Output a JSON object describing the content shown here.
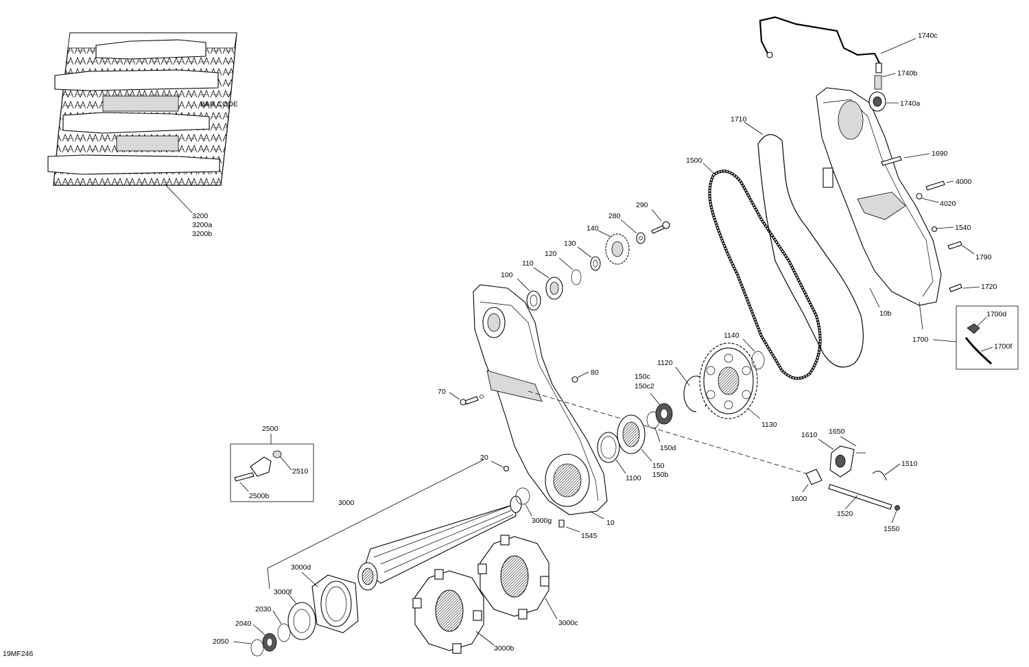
{
  "diagram_id": "19MF246",
  "labels": {
    "l3200": "3200",
    "l3200a": "3200a",
    "l3200b": "3200b",
    "l2500": "2500",
    "l2510": "2510",
    "l2500b": "2500b",
    "l3000": "3000",
    "l3000d": "3000d",
    "l3000f": "3000f",
    "l3000g": "3000g",
    "l3000b": "3000b",
    "l3000c": "3000c",
    "l2030": "2030",
    "l2040": "2040",
    "l2050": "2050",
    "l20": "20",
    "l70": "70",
    "l80": "80",
    "l10": "10",
    "l1545": "1545",
    "l100": "100",
    "l110": "110",
    "l120": "120",
    "l130": "130",
    "l140": "140",
    "l280": "280",
    "l290": "290",
    "l1100": "1100",
    "l150": "150",
    "l150b": "150b",
    "l150d": "150d",
    "l150c": "150c",
    "l150c2": "150c2",
    "l1120": "1120",
    "l1140": "1140",
    "l1130": "1130",
    "l1500": "1500",
    "l1710": "1710",
    "l1740c": "1740c",
    "l1740b": "1740b",
    "l1740a": "1740a",
    "l1690": "1690",
    "l4000": "4000",
    "l4020": "4020",
    "l1540": "1540",
    "l1790": "1790",
    "l1720": "1720",
    "l10b": "10b",
    "l1700": "1700",
    "l1700d": "1700d",
    "l1700f": "1700f",
    "l1610": "1610",
    "l1650": "1650",
    "l1510": "1510",
    "l1600": "1600",
    "l1520": "1520",
    "l1550": "1550"
  },
  "track_markings": {
    "bar_code": "BAR CODE"
  }
}
